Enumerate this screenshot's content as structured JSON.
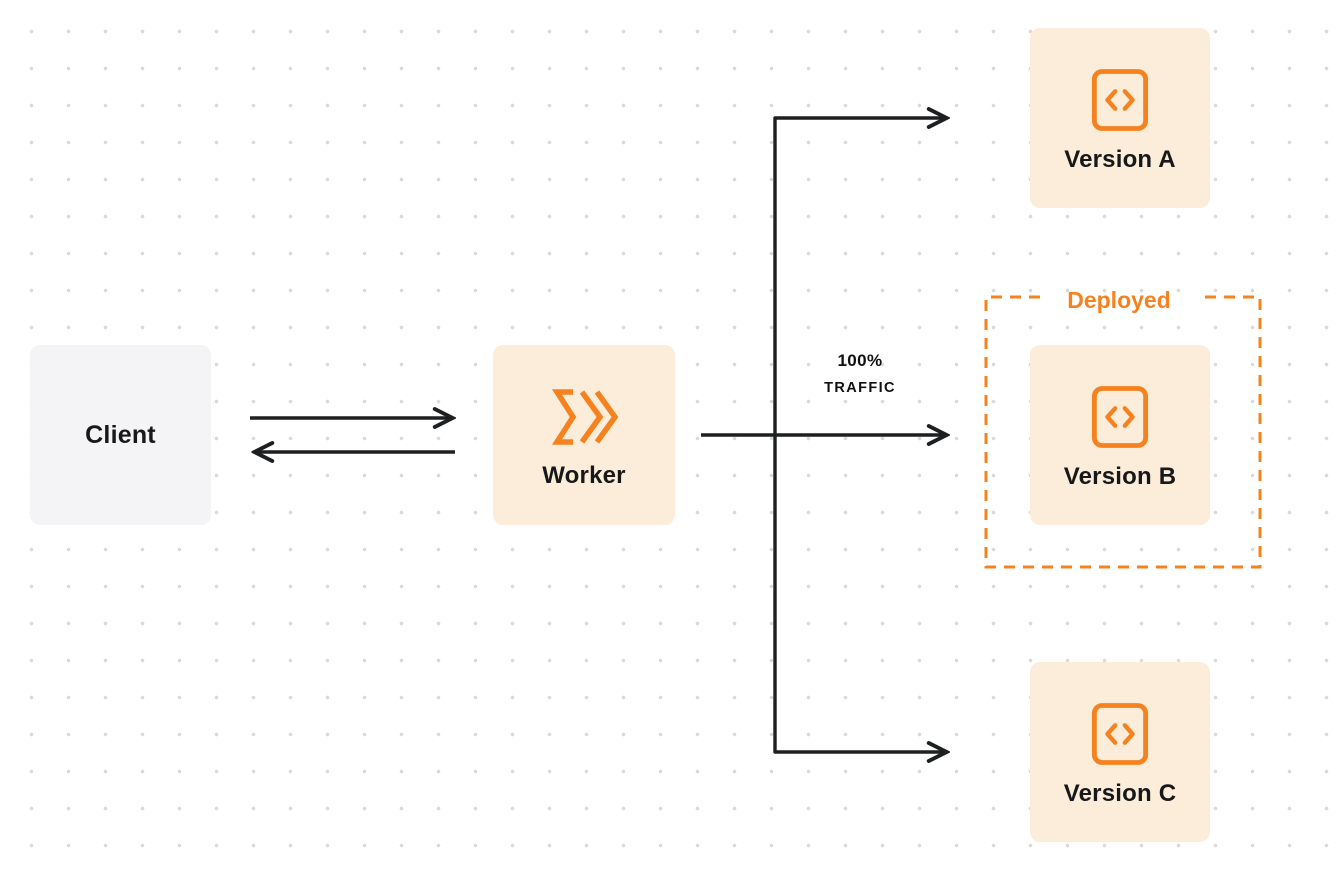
{
  "diagram": {
    "title": "worker-traffic-deployment-diagram",
    "nodes": {
      "client": {
        "label": "Client"
      },
      "worker": {
        "label": "Worker"
      },
      "version_a": {
        "label": "Version A"
      },
      "version_b": {
        "label": "Version B"
      },
      "version_c": {
        "label": "Version C"
      }
    },
    "labels": {
      "traffic_pct": "100%",
      "traffic_word": "TRAFFIC",
      "deployed": "Deployed"
    },
    "icons": {
      "worker": "workers-chevrons-icon",
      "version": "code-box-icon"
    },
    "colors": {
      "accent_orange": "#F6821F",
      "node_orange_bg": "#FCEDDA",
      "client_gray_bg": "#F4F4F6",
      "connector": "#1D1F20",
      "text": "#17181A",
      "dot_grid": "#DADADA",
      "background": "#FFFFFF"
    }
  }
}
